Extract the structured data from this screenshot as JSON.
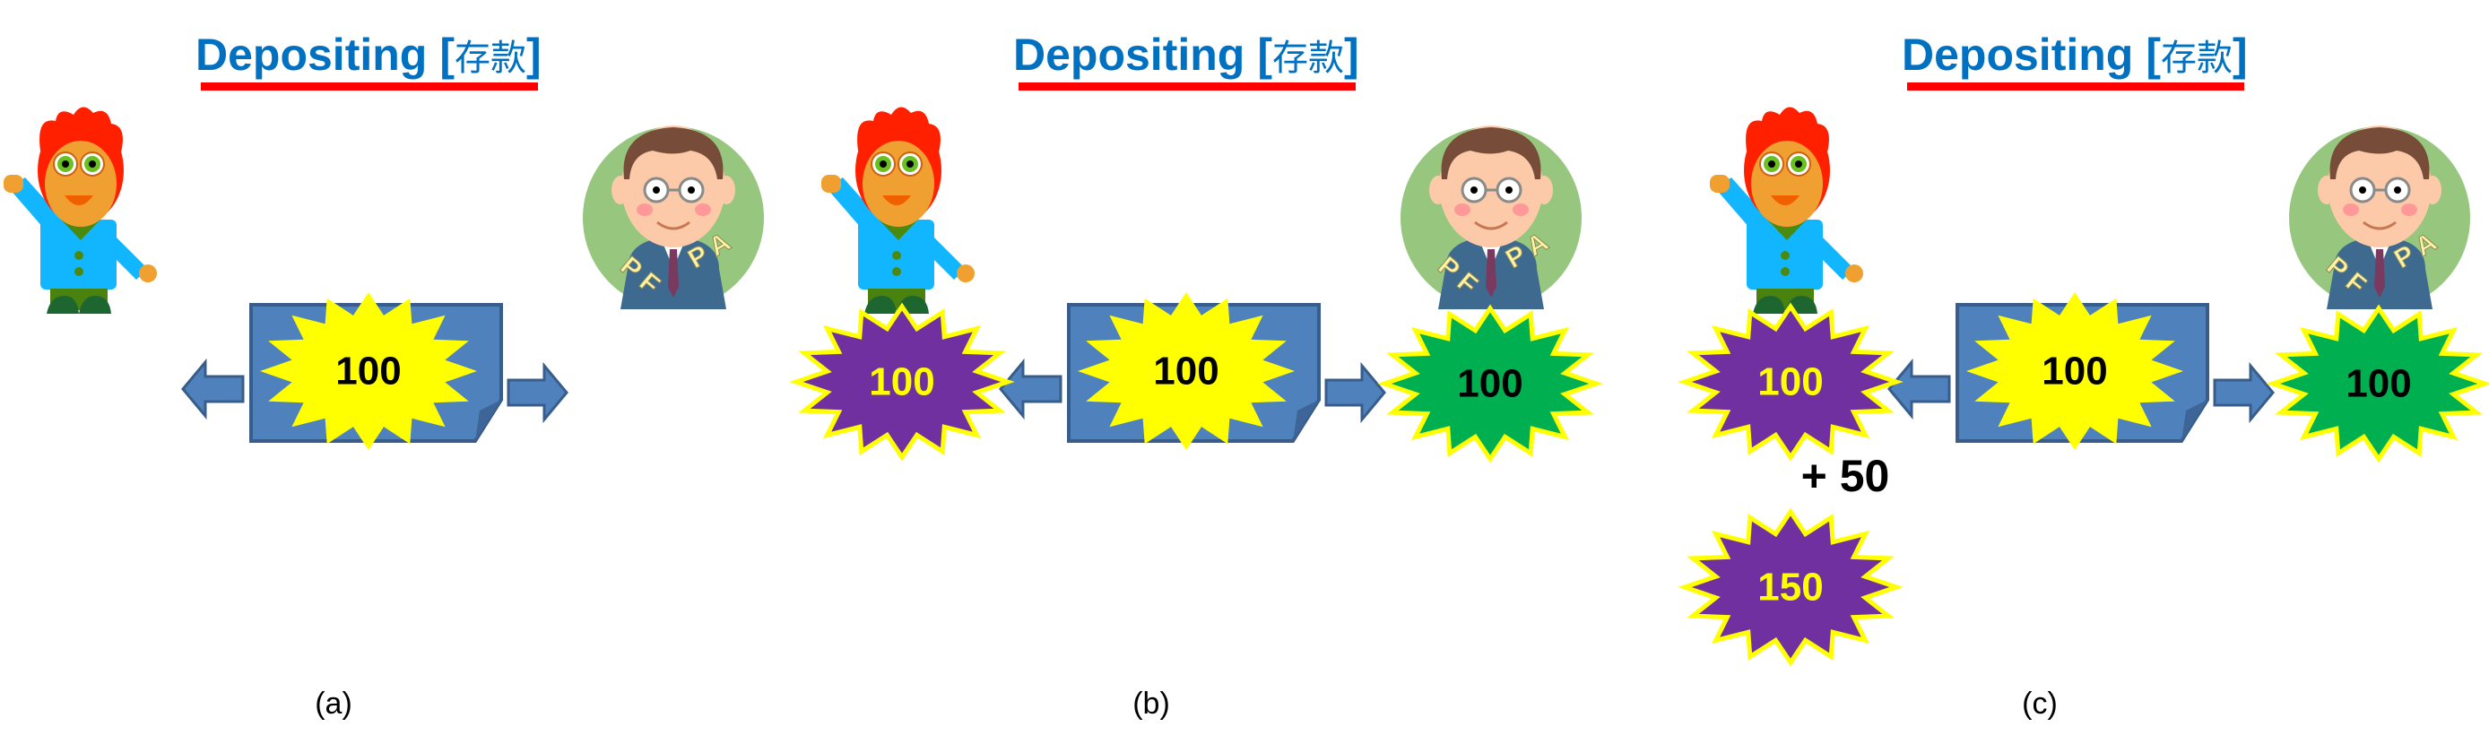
{
  "title": {
    "text": "Depositing",
    "open": "[",
    "cn": "存款",
    "close": "]"
  },
  "colors": {
    "title": "#0070C0",
    "underline": "#FF0000",
    "document": "#4F81BD",
    "yellow": "#FFFF00",
    "purple": "#7030A0",
    "green": "#00B050"
  },
  "banker_badge": {
    "left": "P F",
    "right": "P A"
  },
  "panels": [
    {
      "label": "(a)",
      "document_amount": "100"
    },
    {
      "label": "(b)",
      "document_amount": "100",
      "customer_amount": "100",
      "bank_amount": "100"
    },
    {
      "label": "(c)",
      "document_amount": "100",
      "customer_amount": "100",
      "bank_amount": "100",
      "interest": "+ 50",
      "customer_new_amount": "150"
    }
  ]
}
